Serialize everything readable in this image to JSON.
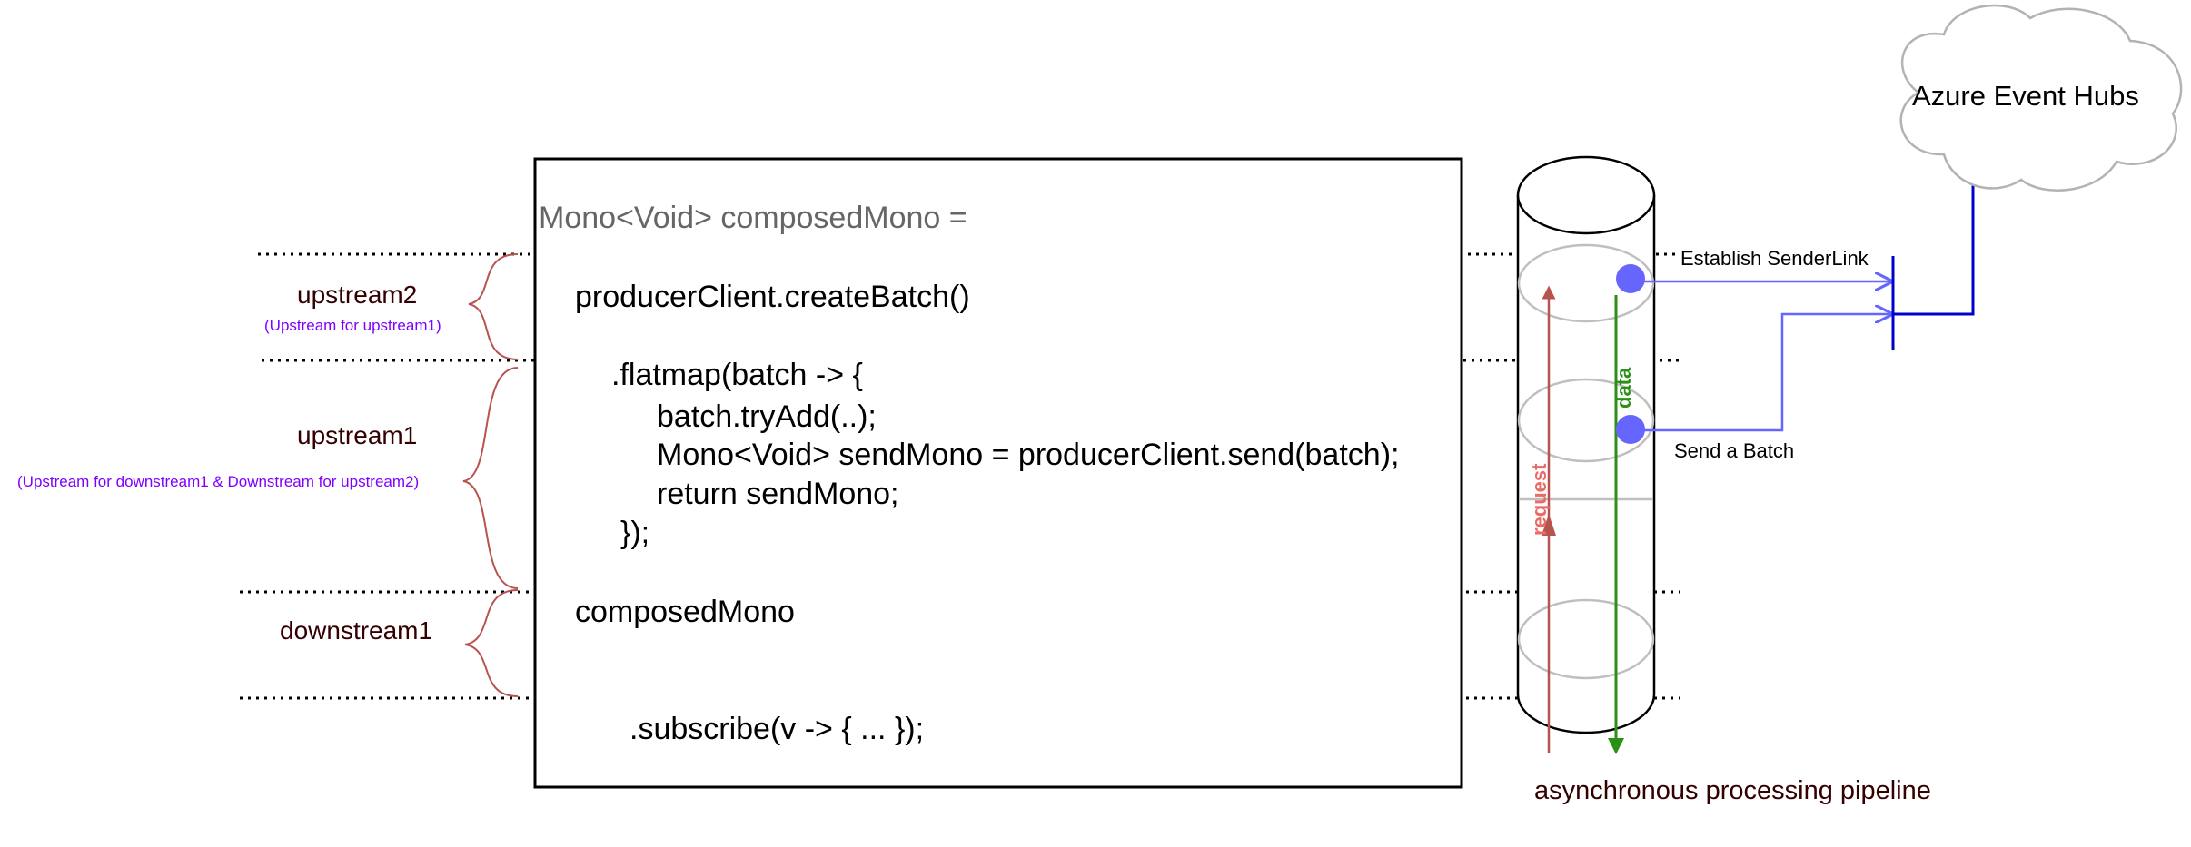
{
  "colors": {
    "brace": "#b85450",
    "stage_label": "#330000",
    "sub_label": "#7f00ff",
    "request_arrow": "#b85450",
    "data_arrow": "#2d9016",
    "send_line": "#6666ff",
    "hub_connector": "#0000cc",
    "cylinder_ring": "#bfbfbf",
    "header_text": "#666666",
    "cloud_stroke": "#b3b3b3"
  },
  "code": {
    "header": "Mono<Void> composedMono =",
    "line1": "producerClient.createBatch()",
    "line2": ".flatmap(batch -> {",
    "line3": "batch.tryAdd(..);",
    "line4": "Mono<Void> sendMono = producerClient.send(batch);",
    "line5": "return sendMono;",
    "line6": "});",
    "line7": "composedMono",
    "line8": ".subscribe(v -> { ... });"
  },
  "stages": {
    "upstream2": {
      "label": "upstream2",
      "sub": "(Upstream for upstream1)"
    },
    "upstream1": {
      "label": "upstream1",
      "sub": "(Upstream for downstream1 & Downstream for upstream2)"
    },
    "downstream1": {
      "label": "downstream1"
    }
  },
  "pipeline": {
    "caption": "asynchronous processing pipeline",
    "request_label": "request",
    "data_label": "data"
  },
  "links": {
    "establish": "Establish SenderLink",
    "send": "Send a Batch"
  },
  "cloud": {
    "label": "Azure Event Hubs"
  }
}
